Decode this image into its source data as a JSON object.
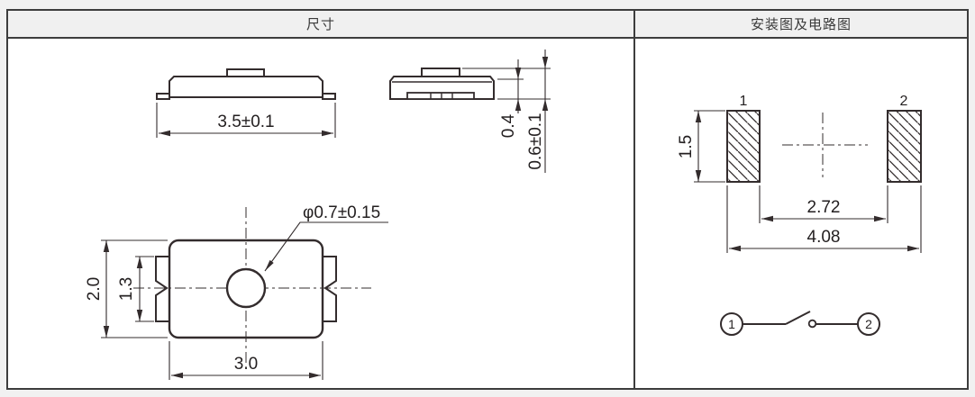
{
  "panel_headers": {
    "dimensions": "尺寸",
    "mounting": "安装图及电路图"
  },
  "dims": {
    "front_width": "3.5±0.1",
    "body_height": "0.4",
    "total_height": "0.6±0.1",
    "hole_diameter": "φ0.7±0.15",
    "top_width": "3.0",
    "top_depth": "2.0",
    "terminal_width": "1.3",
    "pad_height": "1.5",
    "pad_gap": "2.72",
    "pad_span": "4.08"
  },
  "pad_labels": {
    "pad1": "1",
    "pad2": "2"
  },
  "circuit_labels": {
    "terminal1": "1",
    "terminal2": "2"
  },
  "colors": {
    "page_bg": "#f1f1f1",
    "cell_bg": "#ffffff",
    "header_bg": "#f0f0f0",
    "frame": "#3d3d3d",
    "line": "#332c2d",
    "text": "#231f20"
  }
}
